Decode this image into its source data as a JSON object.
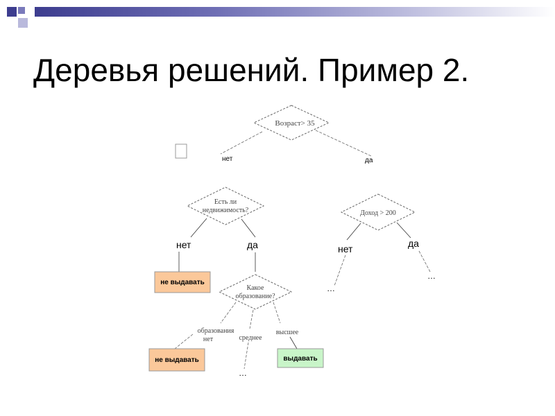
{
  "slide": {
    "title": "Деревья решений. Пример 2."
  },
  "colors": {
    "accent_dark": "#3d3d8f",
    "accent_light": "#b9b9dc",
    "deny_fill": "#fbc89a",
    "approve_fill": "#c8f5c8"
  },
  "tree": {
    "root_question": "Возраст> 35",
    "root_no": "нет",
    "root_yes": "да",
    "property_question_line1": "Есть ли",
    "property_question_line2": "недвижимость?",
    "property_no": "нет",
    "property_yes": "да",
    "income_question": "Доход > 200",
    "income_no": "нет",
    "income_yes": "да",
    "education_question_line1": "Какое",
    "education_question_line2": "образование?",
    "edu_none_line1": "образования",
    "edu_none_line2": "нет",
    "edu_secondary": "среднее",
    "edu_higher": "высшее",
    "leaf_deny_1": "не выдавать",
    "leaf_deny_2": "не выдавать",
    "leaf_approve": "выдавать",
    "ellipsis_income_no": "…",
    "ellipsis_income_yes": "…",
    "ellipsis_secondary": "…"
  }
}
